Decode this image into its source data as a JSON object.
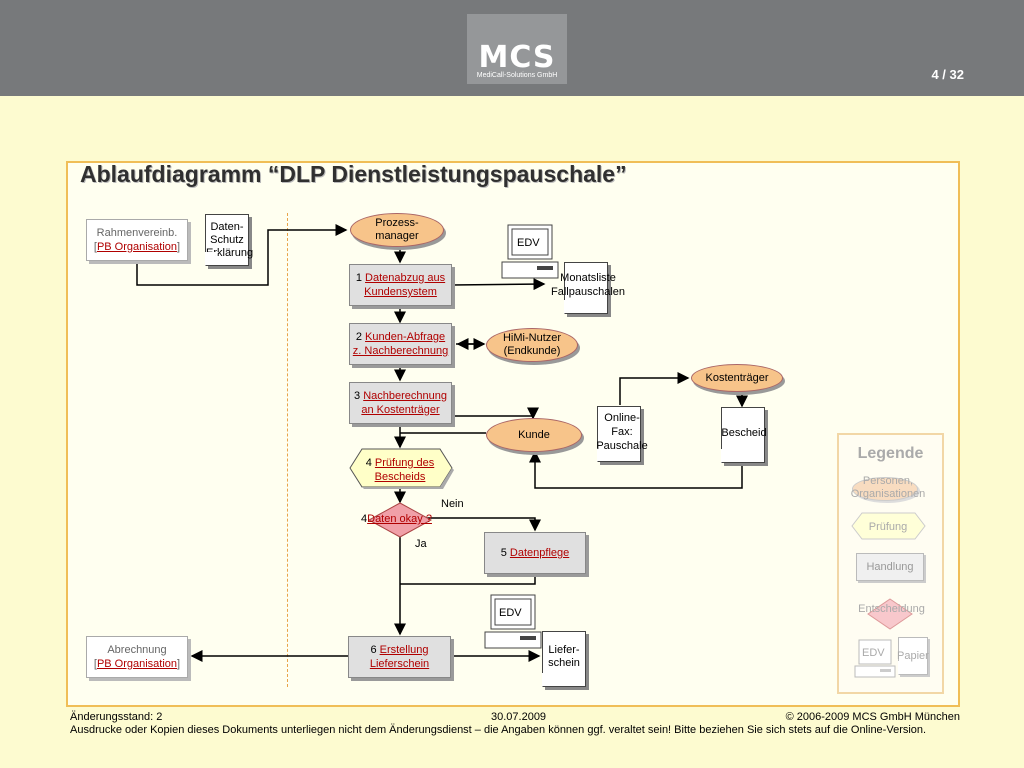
{
  "header": {
    "logo_text": "MCS",
    "logo_subtext": "MediCall-Solutions GmbH",
    "page_number": "4 / 32"
  },
  "title": "Ablaufdiagramm “DLP Dienstleistungspauschale”",
  "left": {
    "rahmen_line1": "Rahmenvereinb.",
    "rahmen_link": "PB Organisation",
    "datenschutz": [
      "Daten-",
      "Schutz",
      "Erklärung"
    ],
    "abrechnung_line1": "Abrechnung",
    "abrechnung_link": "PB Organisation"
  },
  "flow": {
    "prozessmanager": [
      "Prozess-",
      "manager"
    ],
    "step1_num": "1",
    "step1_link": [
      "Datenabzug aus",
      "Kundensystem"
    ],
    "edv1": "EDV",
    "monatsliste": [
      "Monatsliste",
      "Fallpauschalen"
    ],
    "step2_num": "2",
    "step2_link": [
      "Kunden-Abfrage",
      "z. Nachberechnung"
    ],
    "himi": [
      "HiMi-Nutzer",
      "(Endkunde)"
    ],
    "step3_num": "3",
    "step3_link": [
      "Nachberechnung",
      "an Kostenträger"
    ],
    "kostentraeger": "Kostenträger",
    "kunde": "Kunde",
    "online_fax": [
      "Online-",
      "Fax:",
      "Pauschale"
    ],
    "bescheid": "Bescheid",
    "step4_num": "4",
    "step4_link": [
      "Prüfung des",
      "Bescheids"
    ],
    "decision_num": "4",
    "decision_link": "Daten okay ?",
    "nein": "Nein",
    "ja": "Ja",
    "step5_num": "5",
    "step5_link": "Datenpflege",
    "edv2": "EDV",
    "step6_num": "6",
    "step6_link": [
      "Erstellung",
      "Lieferschein"
    ],
    "lieferschein": [
      "Liefer-",
      "schein"
    ]
  },
  "legend": {
    "title": "Legende",
    "person": [
      "Personen,",
      "Organisationen"
    ],
    "pruefung": "Prüfung",
    "handlung": "Handlung",
    "entscheidung": "Entscheidung",
    "edv": "EDV",
    "papier": "Papier"
  },
  "footer": {
    "status": "Änderungsstand: 2",
    "date": "30.07.2009",
    "copyright": "© 2006-2009 MCS GmbH München",
    "disclaimer": "Ausdrucke oder Kopien dieses Dokuments unterliegen nicht dem Änderungsdienst – die Angaben können ggf. veraltet sein! Bitte beziehen Sie sich stets auf die Online-Version."
  },
  "colors": {
    "topbar": "#77797b",
    "background": "#fdfbd0",
    "frame_border": "#f0be57",
    "oval_fill": "#f7c48a",
    "hexagon_fill": "#ffffc8",
    "diamond_fill": "#f0a0a8",
    "link": "#b00000"
  }
}
